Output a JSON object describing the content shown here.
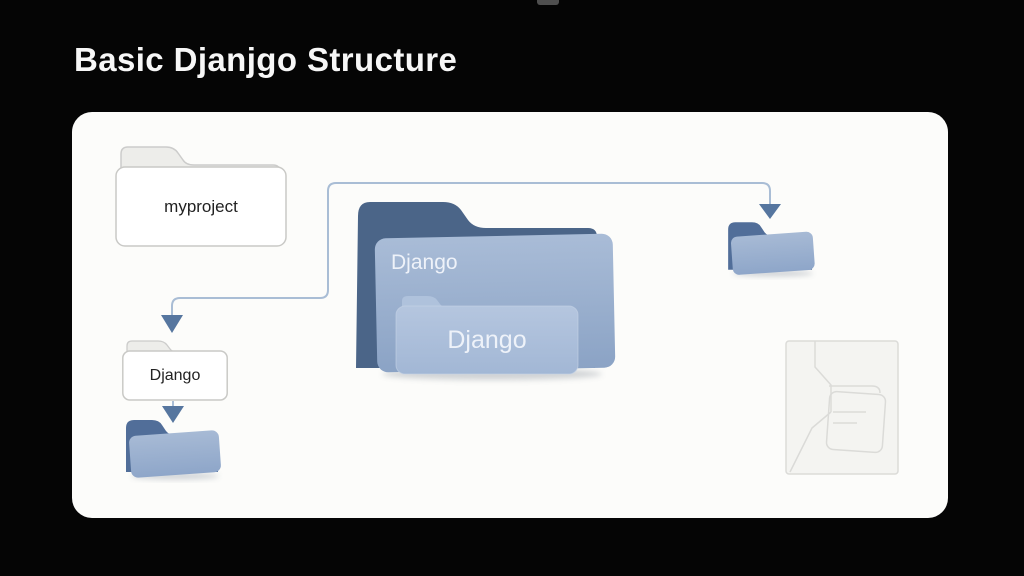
{
  "title": "Basic Djanjgo Structure",
  "colors": {
    "background": "#050505",
    "panel_background": "#fcfcfa",
    "title_color": "#f7f7f7",
    "folder_back_dark": "#4b6588",
    "folder_front_blue": "#8fa7c8",
    "folder_inner_light": "#aabeda",
    "outline_folder_fill": "#ffffff",
    "outline_folder_tab": "#ededea",
    "outline_folder_border": "#c9c9c6",
    "connector_line": "#a9bdd5",
    "arrowhead": "#56769f",
    "sketch_stroke": "#dbdbd8"
  },
  "diagram": {
    "folders": {
      "myproject": {
        "label": "myproject",
        "style": "outline"
      },
      "django_package": {
        "label": "Django",
        "style": "large-blue-folder"
      },
      "django_nested": {
        "label": "Django",
        "style": "inner-light-blue-folder"
      },
      "django_app": {
        "label": "Django",
        "style": "small-outline-folder"
      }
    },
    "unlabeled_icons": [
      "top-right-blue-folder",
      "bottom-left-blue-folder",
      "faint-document-sketch"
    ],
    "connections": [
      {
        "from": "myproject",
        "to": "top-right-blue-folder",
        "type": "elbow-arrow"
      },
      {
        "from": "myproject",
        "to": "django_app",
        "type": "elbow-arrow"
      },
      {
        "from": "django_app",
        "to": "bottom-left-blue-folder",
        "type": "short-arrow"
      }
    ]
  }
}
